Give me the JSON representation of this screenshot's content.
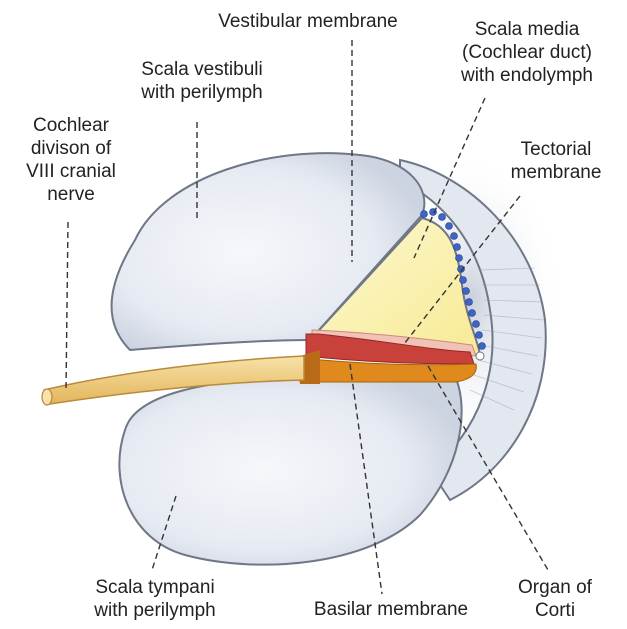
{
  "labels": {
    "vestibular_membrane": [
      "Vestibular membrane"
    ],
    "scala_media": [
      "Scala media",
      "(Cochlear duct)",
      "with endolymph"
    ],
    "scala_vestibuli": [
      "Scala vestibuli",
      "with perilymph"
    ],
    "cochlear_nerve": [
      "Cochlear",
      "divison of",
      "VIII cranial",
      "nerve"
    ],
    "tectorial_membrane": [
      "Tectorial",
      "membrane"
    ],
    "scala_tympani": [
      "Scala tympani",
      "with perilymph"
    ],
    "basilar_membrane": [
      "Basilar membrane"
    ],
    "organ_of_corti": [
      "Organ of",
      "Corti"
    ]
  },
  "colors": {
    "chamber_fill": "#e9edf5",
    "chamber_stroke": "#6f7786",
    "endolymph_yellow": "#fbf3b6",
    "tectorial_pink": "#f3c2b6",
    "corti_red": "#c9413b",
    "basilar_orange": "#e08a1e",
    "nerve_tan": "#f1cf83",
    "cell_blue": "#3e64c8",
    "leader_line": "#333333"
  }
}
